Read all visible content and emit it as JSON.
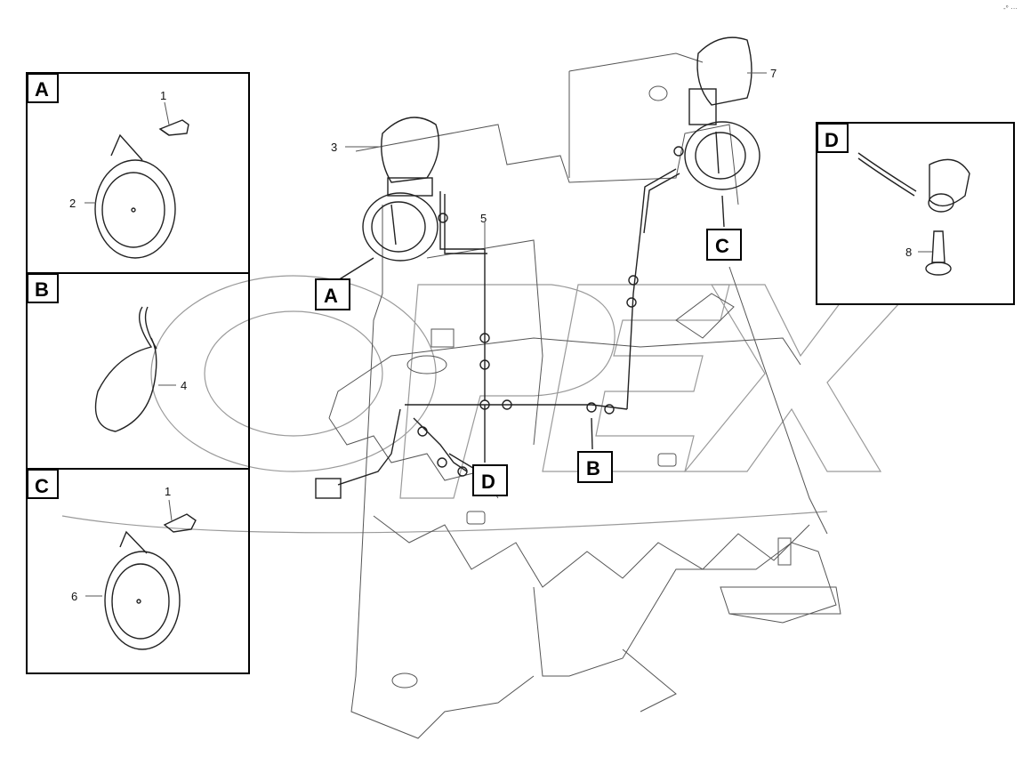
{
  "corner_mark": "-° ···",
  "watermark": "OPEX",
  "detail_panels": [
    {
      "letter": "A",
      "callouts": [
        "1",
        "2"
      ]
    },
    {
      "letter": "B",
      "callouts": [
        "4"
      ]
    },
    {
      "letter": "C",
      "callouts": [
        "1",
        "6"
      ]
    },
    {
      "letter": "D",
      "callouts": [
        "8"
      ]
    }
  ],
  "main_callouts": [
    "3",
    "5",
    "7"
  ],
  "section_markers": [
    "A",
    "B",
    "C",
    "D"
  ]
}
